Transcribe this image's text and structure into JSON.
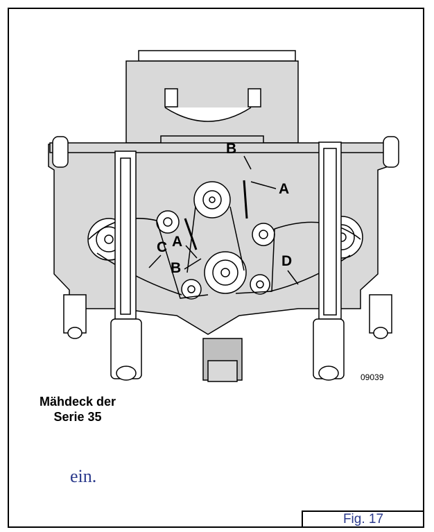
{
  "callouts": {
    "a_upper": "A",
    "b_upper": "B",
    "a_lower": "A",
    "b_lower": "B",
    "c": "C",
    "d": "D"
  },
  "part_number": "09039",
  "caption": {
    "line1": "Mähdeck der",
    "line2": "Serie 35"
  },
  "fragment_text": "ein.",
  "figure_label": "Fig. 17",
  "colors": {
    "text_blue": "#2b3a8c",
    "line": "#000000",
    "deck_gray": "#d9d9d9",
    "frame_gray": "#bfbfbf"
  }
}
